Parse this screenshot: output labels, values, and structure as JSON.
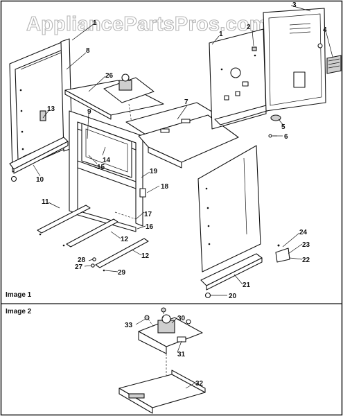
{
  "watermark": "AppliancePartsPros.com",
  "panels": [
    {
      "label": "Image 1"
    },
    {
      "label": "Image 2"
    }
  ],
  "callouts": [
    "1",
    "2",
    "3",
    "4",
    "5",
    "6",
    "7",
    "8",
    "9",
    "10",
    "11",
    "12",
    "12",
    "13",
    "14",
    "15",
    "16",
    "17",
    "18",
    "19",
    "20",
    "21",
    "22",
    "23",
    "24",
    "26",
    "27",
    "28",
    "29",
    "30",
    "31",
    "32",
    "33"
  ]
}
